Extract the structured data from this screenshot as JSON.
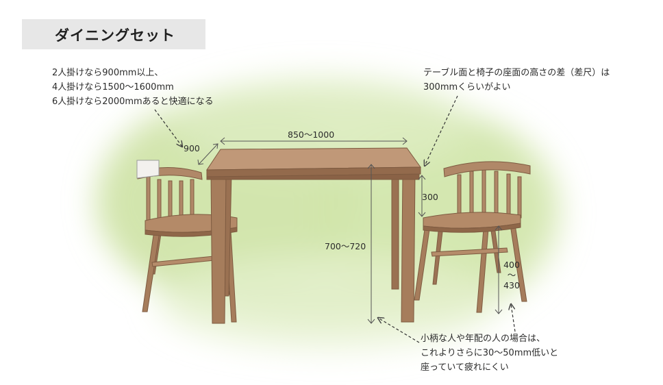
{
  "title": "ダイニングセット",
  "notes": {
    "width_lines": [
      "2人掛けなら900mm以上、",
      "4人掛けなら1500～1600mm",
      "6人掛けなら2000mmあると快適になる"
    ],
    "sashaku_lines": [
      "テーブル面と椅子の座面の高さの差（差尺）は",
      "300mmくらいがよい"
    ],
    "small_lines": [
      "小柄な人や年配の人の場合は、",
      "これよりさらに30～50mm低いと",
      "座っていて疲れにくい"
    ]
  },
  "dimensions": {
    "depth": "900",
    "width": "850～1000",
    "gap": "300",
    "table_height": "700～720",
    "seat_top": "400",
    "seat_tilde": "～",
    "seat_bottom": "430"
  },
  "colors": {
    "wood": "#a67d5c",
    "wood_dark": "#8a6246",
    "wood_light": "#c09878",
    "wash": "#cfe3a8",
    "title_bg": "#e7e7e7"
  }
}
